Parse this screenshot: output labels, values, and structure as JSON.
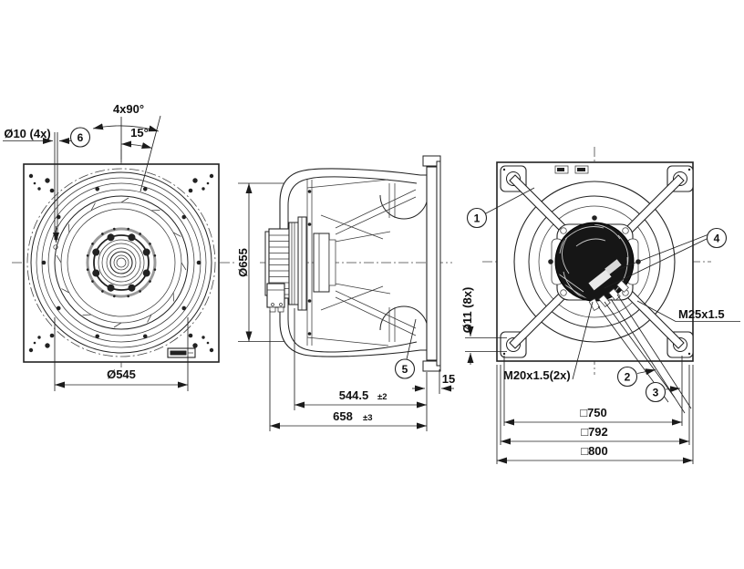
{
  "views": {
    "front": {
      "labels": {
        "hole_dim": "Ø10 (4x)",
        "balloon_6": "6",
        "angle_pattern": "4x90°",
        "angle": "15°",
        "impeller_dia": "Ø545"
      }
    },
    "side": {
      "labels": {
        "inlet_dia": "Ø655",
        "balloon_5": "5",
        "depth_main": "544.5",
        "depth_main_tol": "±2",
        "depth_total": "658",
        "depth_total_tol": "±3",
        "plate_offset": "15"
      }
    },
    "rear": {
      "labels": {
        "balloon_1": "1",
        "balloon_2": "2",
        "balloon_3": "3",
        "balloon_4": "4",
        "gland_m25": "M25x1.5",
        "gland_m20": "M20x1.5(2x)",
        "corner_hole_dim": "Ø11 (8x)",
        "sq_inner": "□750",
        "sq_mid": "□792",
        "sq_outer": "□800"
      }
    }
  }
}
